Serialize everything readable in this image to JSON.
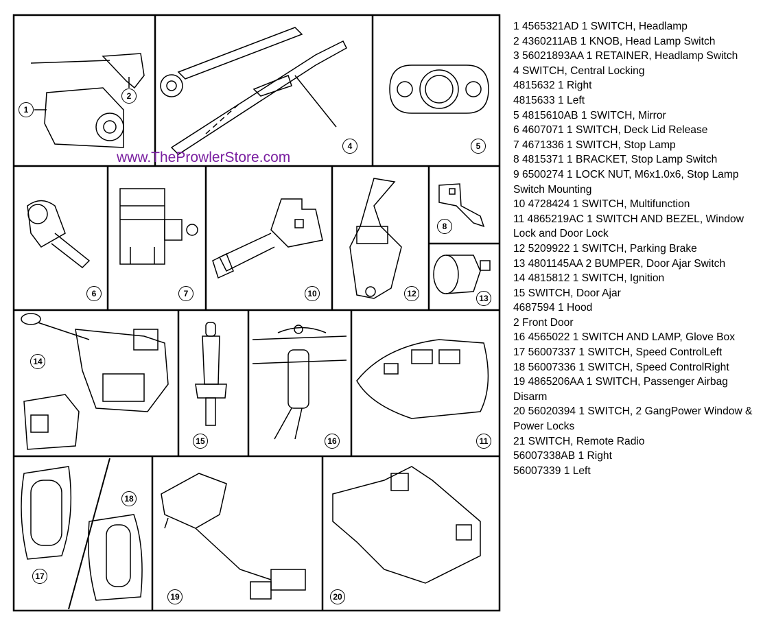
{
  "watermark": "www.TheProwlerStore.com",
  "callouts": {
    "c1": "1",
    "c2": "2",
    "c4": "4",
    "c5": "5",
    "c6": "6",
    "c7": "7",
    "c8": "8",
    "c10": "10",
    "c11": "11",
    "c12": "12",
    "c13": "13",
    "c14": "14",
    "c15": "15",
    "c16": "16",
    "c17": "17",
    "c18": "18",
    "c19": "19",
    "c20": "20"
  },
  "parts_list": [
    "1 4565321AD 1 SWITCH, Headlamp",
    "2 4360211AB 1 KNOB, Head Lamp Switch",
    "3 56021893AA 1 RETAINER, Headlamp Switch",
    "4 SWITCH, Central Locking",
    "4815632 1 Right",
    "4815633 1 Left",
    "5 4815610AB 1 SWITCH, Mirror",
    "6 4607071 1 SWITCH, Deck Lid Release",
    "7 4671336 1 SWITCH, Stop Lamp",
    "8 4815371 1 BRACKET, Stop Lamp Switch",
    "9 6500274 1 LOCK NUT, M6x1.0x6, Stop Lamp Switch Mounting",
    "10 4728424 1 SWITCH, Multifunction",
    "11 4865219AC 1 SWITCH AND BEZEL, Window Lock and Door Lock",
    "12 5209922 1 SWITCH, Parking Brake",
    "13 4801145AA 2 BUMPER, Door Ajar Switch",
    "14 4815812 1 SWITCH, Ignition",
    "15 SWITCH, Door Ajar",
    "4687594 1 Hood",
    "2 Front Door",
    "16 4565022 1 SWITCH AND LAMP, Glove Box",
    "17 56007337 1 SWITCH, Speed ControlLeft",
    "18 56007336 1 SWITCH, Speed ControlRight",
    "19 4865206AA 1 SWITCH, Passenger Airbag Disarm",
    "20 56020394 1 SWITCH, 2 GangPower Window & Power Locks",
    "21 SWITCH, Remote Radio",
    "56007338AB 1 Right",
    "56007339 1 Left"
  ],
  "colors": {
    "watermark": "#7a1fa0",
    "line": "#000000"
  }
}
